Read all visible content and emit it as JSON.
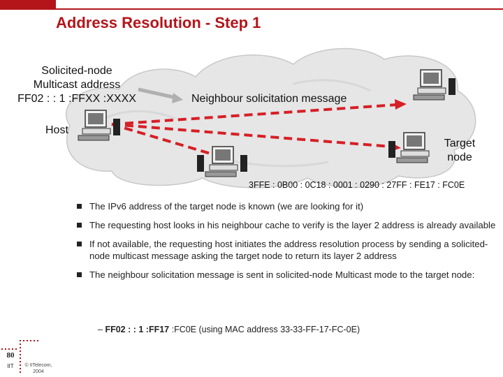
{
  "slide": {
    "title": "Address Resolution - Step 1",
    "page_number": "80",
    "footer_org": "IIT",
    "footer_copyright_line1": "© IITelecom,",
    "footer_copyright_line2": "2004"
  },
  "diagram": {
    "snma_line1": "Solicited-node",
    "snma_line2": "Multicast address",
    "snma_line3": "FF02 : : 1 :FFXX :XXXX",
    "host_label": "Host",
    "target_line1": "Target",
    "target_line2": "node",
    "message_label": "Neighbour solicitation message",
    "ipv6_address": "3FFE : 0B00 : 0C18 : 0001 : 0290 : 27FF : FE17 : FC0E",
    "colors": {
      "accent": "#b3151a",
      "cloud": "#e8e8e8",
      "arrow": "#d61f26"
    }
  },
  "bullets": [
    "The IPv6 address of the target node is known (we are looking for it)",
    "The requesting host looks in his neighbour cache to verify is the layer 2 address is already available",
    "If not available, the requesting host initiates the address resolution process by sending a solicited-node multicast message asking the target node to return its layer 2 address",
    "The neighbour solicitation message is sent in solicited-node Multicast mode to the target node:"
  ],
  "sub_bullet": {
    "dash": "–",
    "bold": "FF02 : : 1 :FF17",
    "rest": " :FC0E (using MAC address 33-33-FF-17-FC-0E)"
  }
}
